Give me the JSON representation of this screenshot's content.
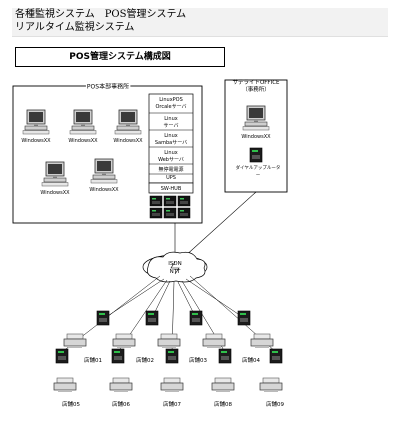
{
  "header": {
    "line1": "各種監視システム　POS管理システム",
    "line2": "リアルタイム監視システム"
  },
  "diagram": {
    "title": "POS管理システム構成図",
    "hq": {
      "label": "POS本部事務所",
      "pcs": [
        "WindowsXX",
        "WindowsXX",
        "WindowsXX",
        "WindowsXX",
        "WindowsXX"
      ],
      "servers": [
        [
          "LinuxPOS",
          "Orcaleサーバ"
        ],
        [
          "Linux",
          "サーバ"
        ],
        [
          "Linux",
          "Sambaサーバ"
        ],
        [
          "Linux",
          "Webサーバ"
        ],
        [
          "無停電電源",
          "UPS"
        ],
        [
          "SW-HUB"
        ]
      ]
    },
    "satellite": {
      "label_line1": "サテライトOFFICE",
      "label_line2": "（事務所）",
      "pc": "WindowsXX",
      "router_line1": "ダイヤルアップルータ",
      "router_line2": "ー"
    },
    "network": {
      "line1": "ISDN",
      "line2": "NTT"
    },
    "stores": [
      "店舗01",
      "店舗02",
      "店舗03",
      "店舗04",
      "店舗05",
      "店舗06",
      "店舗07",
      "店舗08",
      "店舗09"
    ]
  }
}
